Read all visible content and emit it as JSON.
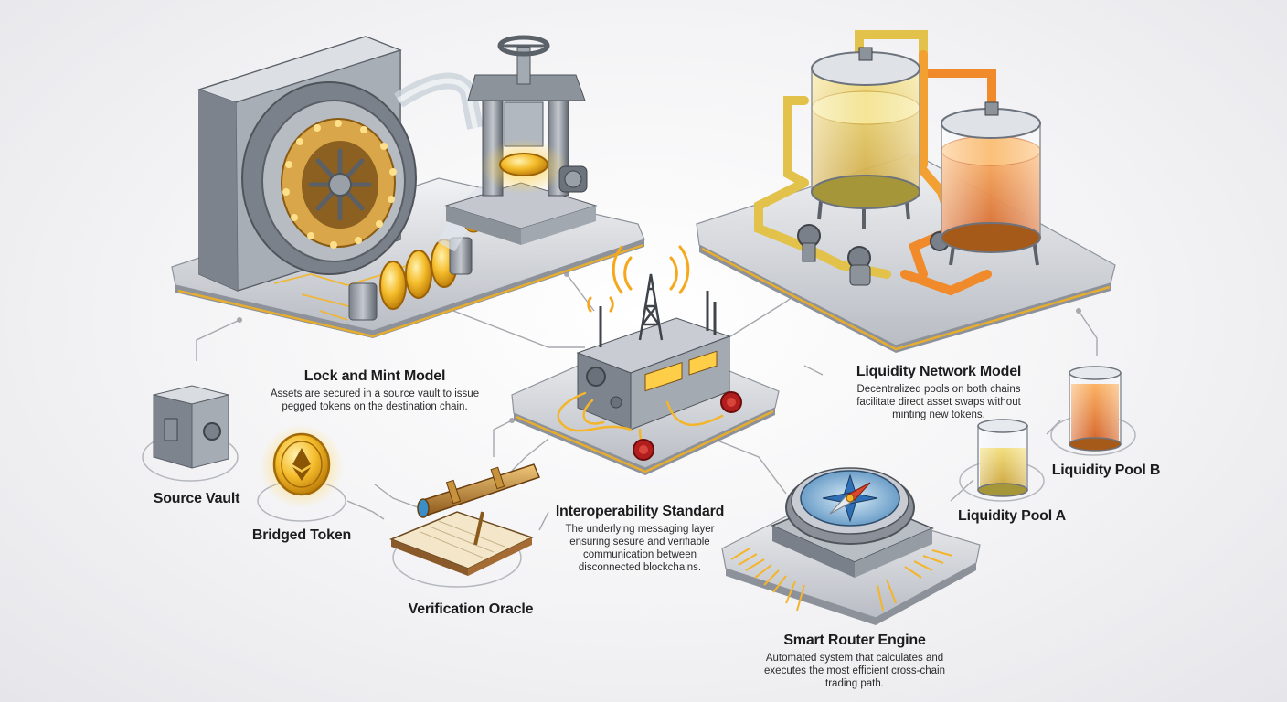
{
  "sections": {
    "lock_mint": {
      "title": "Lock and Mint Model",
      "desc": [
        "Assets are secured in a source vault to issue",
        "pegged tokens on the destination chain."
      ]
    },
    "liquidity": {
      "title": "Liquidity Network Model",
      "desc": [
        "Decentralized pools on both chains",
        "facilitate direct asset swaps without",
        "minting new tokens."
      ]
    },
    "interop": {
      "title": "Interoperability Standard",
      "desc": [
        "The underlying messaging layer",
        "ensuring sesure and verifiable",
        "communication between",
        "disconnected blockchains."
      ]
    },
    "router": {
      "title": "Smart Router Engine",
      "desc": [
        "Automated system that calculates and",
        "executes the most efficient cross-chain",
        "trading path."
      ]
    }
  },
  "items": {
    "source_vault": "Source Vault",
    "bridged_token": "Bridged Token",
    "verification_oracle": "Verification Oracle",
    "liquidity_pool_a": "Liquidity Pool A",
    "liquidity_pool_b": "Liquidity Pool B"
  },
  "colors": {
    "glow": "#f6b21c",
    "metal": "#9aa0a8",
    "gold_liquid": "#e9c64a",
    "orange_liquid": "#f07a1a",
    "wax_seal": "#b21d1d",
    "compass_blue": "#2f6fb5"
  }
}
